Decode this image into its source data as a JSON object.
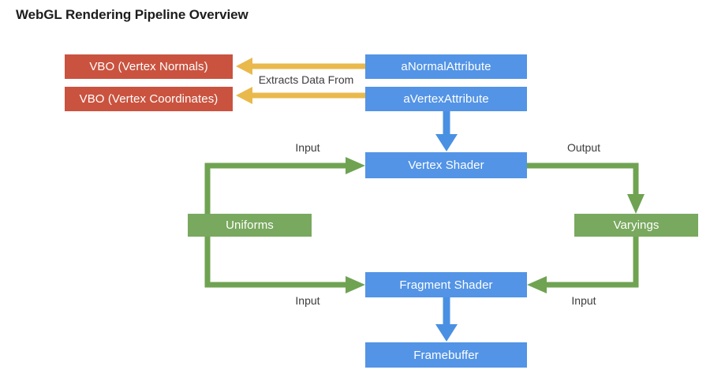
{
  "page": {
    "title": "WebGL Rendering Pipeline Overview",
    "background": "#ffffff"
  },
  "colors": {
    "red": "#ca533f",
    "blue": "#5394e6",
    "green": "#79a85f",
    "yellow": "#e9b94c",
    "text_dark": "#1d1d1d",
    "label_text": "#3c3c3c"
  },
  "nodes": {
    "vbo_normals": "VBO (Vertex Normals)",
    "vbo_coords": "VBO (Vertex Coordinates)",
    "a_normal_attribute": "aNormalAttribute",
    "a_vertex_attribute": "aVertexAttribute",
    "vertex_shader": "Vertex Shader",
    "uniforms": "Uniforms",
    "varyings": "Varyings",
    "fragment_shader": "Fragment Shader",
    "framebuffer": "Framebuffer"
  },
  "edge_labels": {
    "extracts_data_from": "Extracts Data From",
    "uniforms_to_vertex": "Input",
    "vertex_to_varyings": "Output",
    "uniforms_to_fragment": "Input",
    "varyings_to_fragment": "Input"
  }
}
